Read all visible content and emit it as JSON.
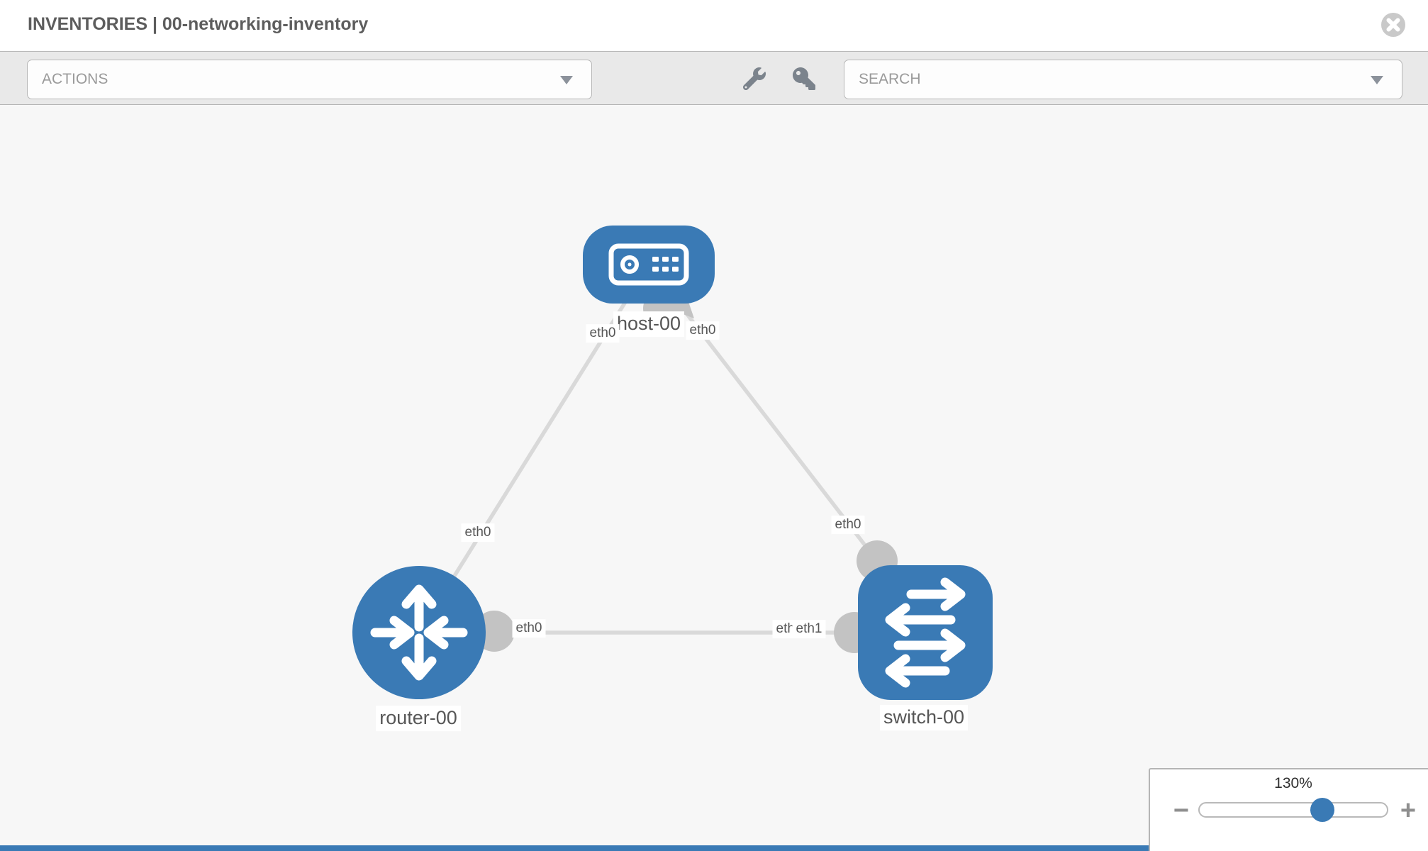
{
  "header": {
    "title": "INVENTORIES | 00-networking-inventory"
  },
  "toolbar": {
    "actions_label": "ACTIONS",
    "search_label": "SEARCH",
    "icons": [
      "wrench-icon",
      "key-icon"
    ]
  },
  "topology": {
    "nodes": {
      "host": {
        "label": "host-00",
        "type": "host"
      },
      "router": {
        "label": "router-00",
        "type": "router"
      },
      "switch": {
        "label": "switch-00",
        "type": "switch"
      }
    },
    "links": [
      {
        "from": "router-00",
        "to": "host-00"
      },
      {
        "from": "host-00",
        "to": "switch-00"
      },
      {
        "from": "router-00",
        "to": "switch-00"
      }
    ],
    "interfaces": {
      "host_left": "eth0",
      "host_right": "eth0",
      "router_uplink": "eth0",
      "switch_uplink": "eth0",
      "router_lan": "eth0",
      "switch_lan_back": "eth0",
      "switch_lan_front": "eth1"
    }
  },
  "zoom_control": {
    "level": "130%",
    "minus_label": "−",
    "plus_label": "+"
  },
  "colors": {
    "node_blue": "#3a7ab5",
    "edge_gray": "#d9d9d9",
    "connector_gray": "#c3c3c3",
    "toolbar_gray": "#e9e9e9",
    "canvas_gray": "#f7f7f7"
  }
}
